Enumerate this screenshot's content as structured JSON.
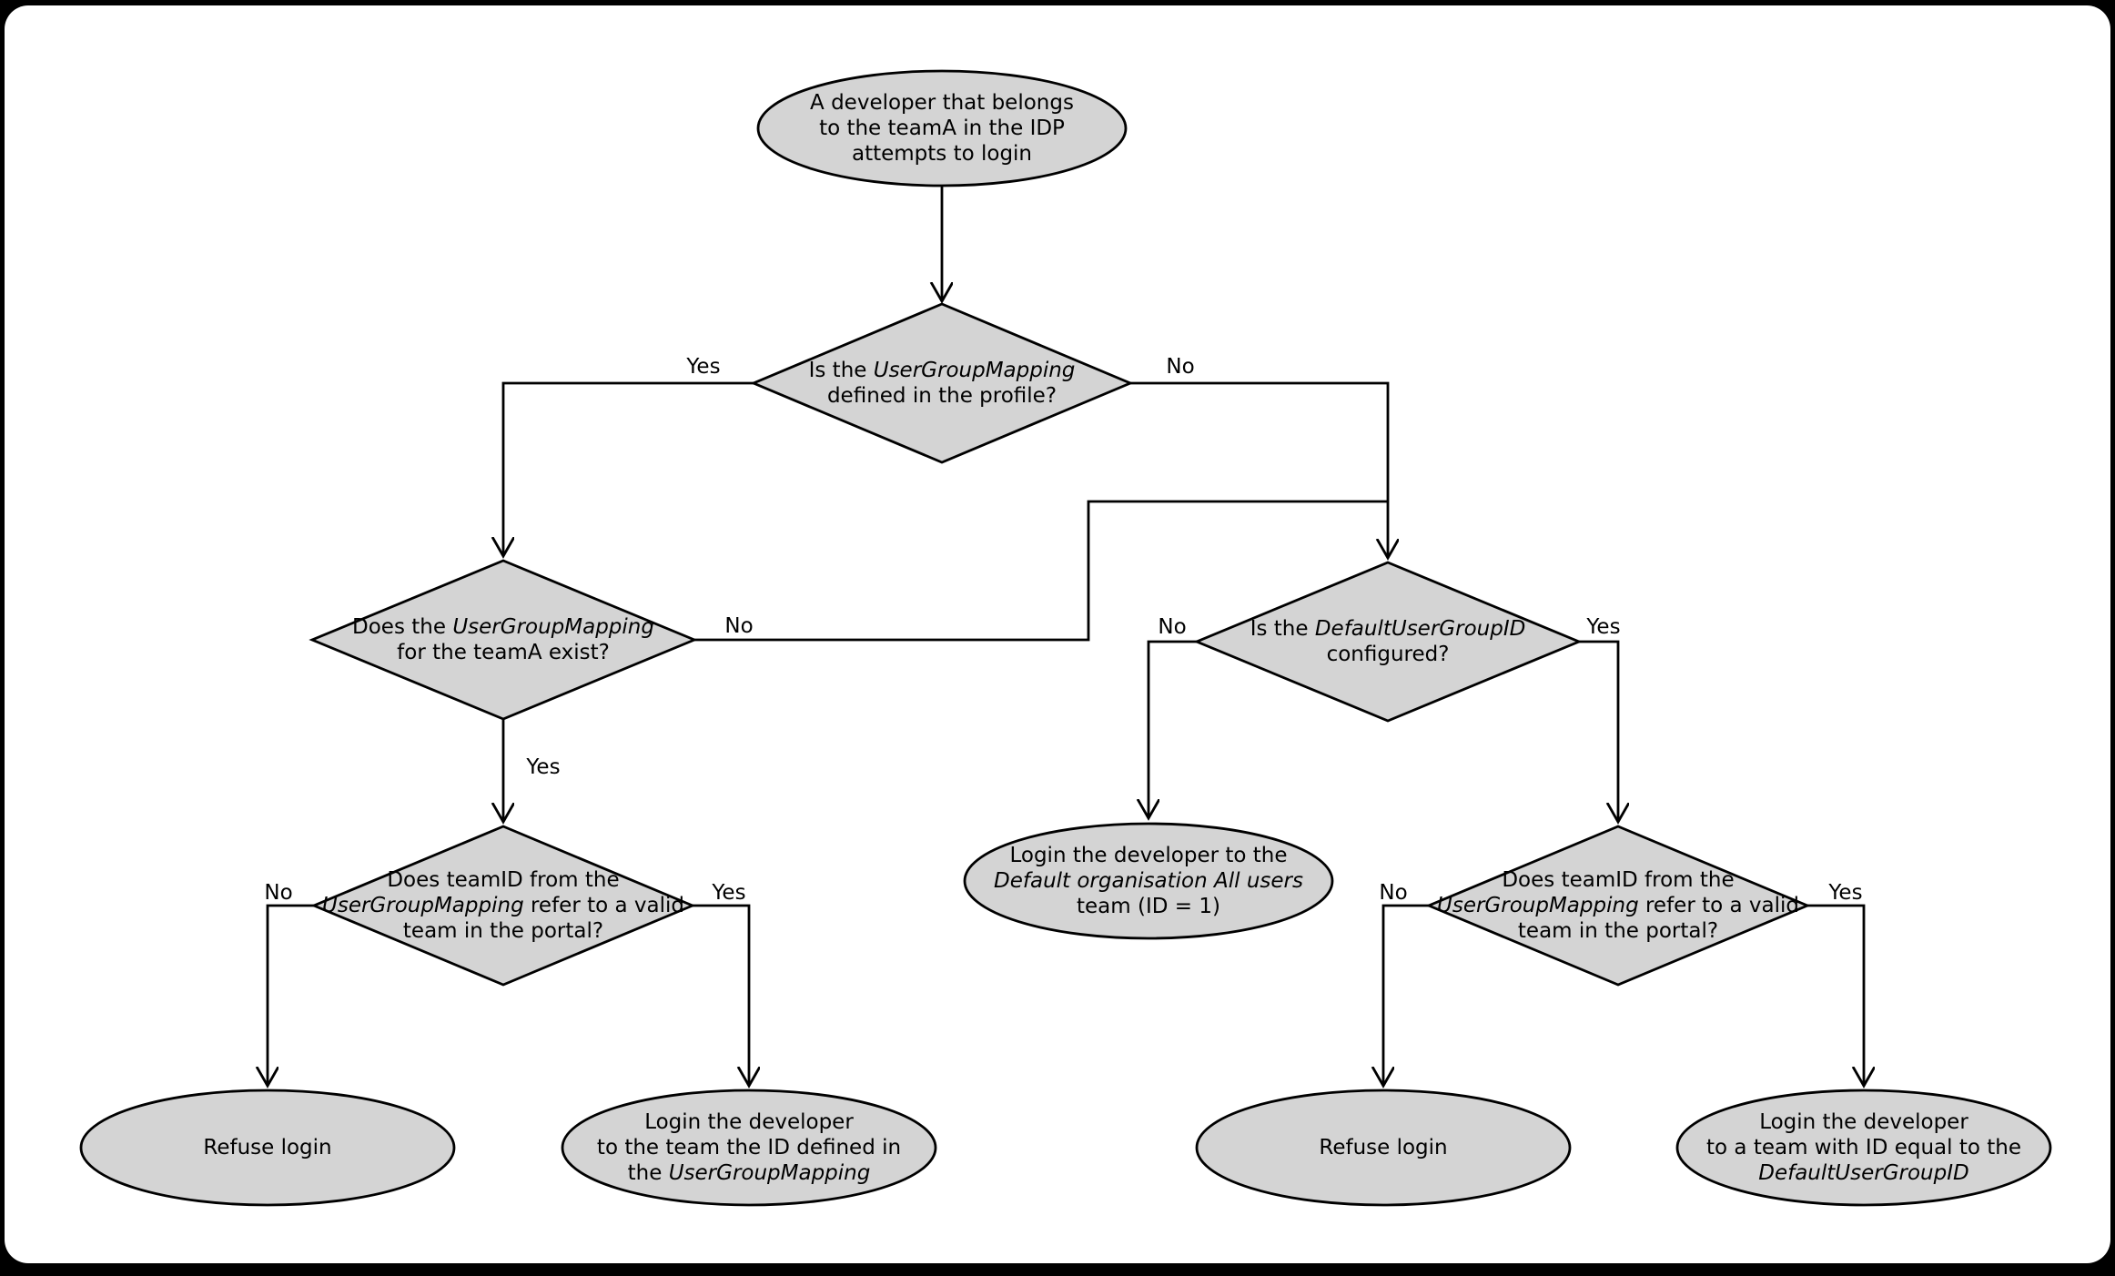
{
  "colors": {
    "background": "#000000",
    "page": "#ffffff",
    "node_fill": "#d4d4d4",
    "node_stroke": "#000000",
    "text": "#000000"
  },
  "labels": {
    "yes": "Yes",
    "no": "No"
  },
  "nodes": {
    "start": {
      "line1": "A developer that belongs",
      "line2": "to the teamA in the IDP",
      "line3": "attempts to login"
    },
    "q_mapping_defined": {
      "line1_pre": "Is the ",
      "line1_italic": "UserGroupMapping",
      "line2": "defined in the profile?"
    },
    "q_mapping_exists": {
      "line1_pre": "Does the ",
      "line1_italic": "UserGroupMapping",
      "line2": "for the teamA exist?"
    },
    "q_default_id_configured": {
      "line1_pre": "Is the ",
      "line1_italic": "DefaultUserGroupID",
      "line2": "configured?"
    },
    "q_teamid_valid_left": {
      "line1": "Does teamID from the",
      "line2_italic": "UserGroupMapping",
      "line2_post": " refer to a valid",
      "line3": "team in the portal?"
    },
    "q_teamid_valid_right": {
      "line1": "Does teamID from the",
      "line2_italic": "UserGroupMapping",
      "line2_post": " refer to a valid",
      "line3": "team in the portal?"
    },
    "refuse_login_left": {
      "line1": "Refuse login"
    },
    "login_mapped_team": {
      "line1": "Login the developer",
      "line2": "to the team the ID defined in",
      "line3_pre": "the ",
      "line3_italic": "UserGroupMapping"
    },
    "login_default_org": {
      "line1": "Login the developer to the",
      "line2_italic": "Default organisation All users",
      "line3": "team (ID = 1)"
    },
    "refuse_login_right": {
      "line1": "Refuse login"
    },
    "login_default_group": {
      "line1": "Login the developer",
      "line2": "to a team with ID equal to the",
      "line3_italic": "DefaultUserGroupID"
    }
  }
}
